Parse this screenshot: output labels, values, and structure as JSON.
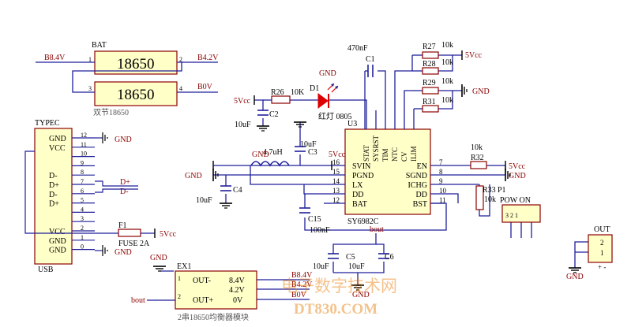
{
  "battery": {
    "title": "BAT",
    "cell_label": "18650",
    "caption": "双节18650",
    "left_net": "B8.4V",
    "right_top_net": "B4.2V",
    "right_bottom_net": "B0V",
    "pins": [
      "1",
      "2",
      "3",
      "4"
    ]
  },
  "typec": {
    "title": "TYPEC",
    "footer": "USB",
    "rows": [
      {
        "name": "GND",
        "pin": "12"
      },
      {
        "name": "VCC",
        "pin": "11"
      },
      {
        "name": "",
        "pin": "10"
      },
      {
        "name": "",
        "pin": "9"
      },
      {
        "name": "D-",
        "pin": "8"
      },
      {
        "name": "D+",
        "pin": "7"
      },
      {
        "name": "D-",
        "pin": "6"
      },
      {
        "name": "D+",
        "pin": "5"
      },
      {
        "name": "",
        "pin": "4"
      },
      {
        "name": "",
        "pin": "3"
      },
      {
        "name": "VCC",
        "pin": "2"
      },
      {
        "name": "GND",
        "pin": "1"
      },
      {
        "name": "GND",
        "pin": "0"
      }
    ],
    "gnd": "GND",
    "dplus": "D+",
    "dminus": "D-"
  },
  "fuse": {
    "ref": "F1",
    "value": "FUSE 2A",
    "net": "5Vcc"
  },
  "ic": {
    "ref": "U3",
    "part": "SY6982C",
    "left_pins": [
      {
        "name": "SVIN",
        "num": "16"
      },
      {
        "name": "PGND",
        "num": "15"
      },
      {
        "name": "LX",
        "num": "14"
      },
      {
        "name": "DD",
        "num": "13"
      },
      {
        "name": "BAT",
        "num": "12"
      }
    ],
    "right_pins": [
      {
        "name": "EN",
        "num": "7"
      },
      {
        "name": "SGND",
        "num": "8"
      },
      {
        "name": "ICHG",
        "num": "9"
      },
      {
        "name": "DD",
        "num": "10"
      },
      {
        "name": "BST",
        "num": "11"
      }
    ],
    "top_pins": [
      "STAT",
      "SYSRST",
      "TIM",
      "NTC",
      "CV",
      "ILIM"
    ]
  },
  "components": {
    "c1_ref": "C1",
    "c1_value": "470nF",
    "c2_ref": "C2",
    "c2_value": "10uF",
    "c3_ref": "C3",
    "c3_value": "10uF",
    "c4_ref": "C4",
    "c4_value": "10uF",
    "c5_ref": "C5",
    "c6_ref": "C6",
    "c56_value": "10uF",
    "c15_ref": "C15",
    "c15_value": "100nF",
    "r26_ref": "R26",
    "r26_value": "10K",
    "r27_ref": "R27",
    "r27_value": "10k",
    "r28_ref": "R28",
    "r28_value": "10k",
    "r29_ref": "R29",
    "r29_value": "10k",
    "r31_ref": "R31",
    "r31_value": "10k",
    "r32_ref": "R32",
    "r32_value": "10k",
    "r33_ref": "R33",
    "r33_value": "10k",
    "d1_ref": "D1",
    "d1_value": "红灯 0805",
    "inductor_value": "4.7uH",
    "p1_ref": "P1",
    "p1_value": "POW ON",
    "p1_pins": "3 2 1",
    "out_ref": "OUT",
    "out_pins": [
      "2",
      "1"
    ],
    "out_polarity": "+ -"
  },
  "nets": {
    "gnd": "GND",
    "vcc5": "5Vcc",
    "bout": "bout",
    "b84": "B8.4V",
    "b42": "B4.2V",
    "b0": "B0V"
  },
  "ex1": {
    "ref": "EX1",
    "pins_left": [
      "OUT-",
      "OUT+"
    ],
    "pins_right": [
      "8.4V",
      "4.2V",
      "0V"
    ],
    "pin_nums": [
      "1",
      "2"
    ],
    "caption": "2串18650均衡器模块"
  },
  "watermark": {
    "line1": "电子数字技术网",
    "line2": "DT830.COM"
  },
  "colors": {
    "wire": "#1f1f9a",
    "ink": "#000000",
    "component": "#8b0000",
    "ic_fill": "#ffffc8",
    "net": "#8b0000",
    "led": "#dd0000"
  }
}
